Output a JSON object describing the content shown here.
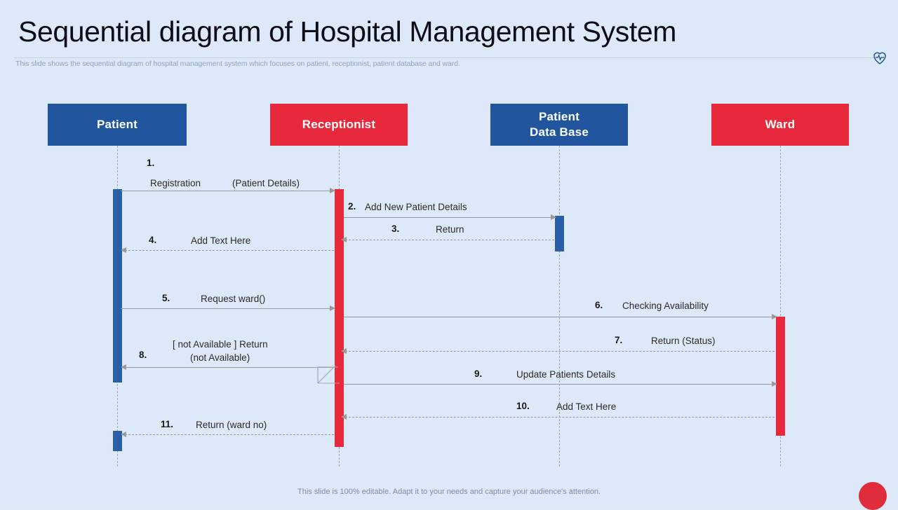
{
  "slide": {
    "title": "Sequential diagram of Hospital Management System",
    "subtitle": "This slide shows the sequential diagram of hospital management system which focuses on patient, receptionist, patient database and ward.",
    "footer_note": "This slide is 100% editable. Adapt it to your needs and capture your audience's attention.",
    "brand_icon": "heartbeat-icon",
    "colors": {
      "background": "#dde8f8",
      "blue": "#21569f",
      "red": "#e8293b",
      "line": "#9a9a9a",
      "lifeline": "#9aa8bb",
      "subtitle_text": "#8ea4c4"
    }
  },
  "diagram": {
    "type": "sequence-diagram",
    "actors": [
      {
        "id": "patient",
        "label": "Patient",
        "color": "blue"
      },
      {
        "id": "reception",
        "label": "Receptionist",
        "color": "red"
      },
      {
        "id": "database",
        "label": "Patient\nData Base",
        "line1": "Patient",
        "line2": "Data Base",
        "color": "blue"
      },
      {
        "id": "ward",
        "label": "Ward",
        "color": "red"
      }
    ],
    "messages": [
      {
        "num": "1.",
        "label": "Registration      (Patient Details)",
        "line1": "Registration",
        "line2": "(Patient Details)",
        "from": "patient",
        "to": "reception",
        "style": "solid",
        "direction": "right"
      },
      {
        "num": "2.",
        "label": "Add New Patient Details",
        "from": "reception",
        "to": "database",
        "style": "solid",
        "direction": "right"
      },
      {
        "num": "3.",
        "label": "Return",
        "from": "database",
        "to": "reception",
        "style": "dashed",
        "direction": "left"
      },
      {
        "num": "4.",
        "label": "Add Text Here",
        "from": "reception",
        "to": "patient",
        "style": "dashed",
        "direction": "left"
      },
      {
        "num": "5.",
        "label": "Request ward()",
        "from": "patient",
        "to": "reception",
        "style": "solid",
        "direction": "right"
      },
      {
        "num": "6.",
        "label": "Checking Availability",
        "from": "reception",
        "to": "ward",
        "style": "solid",
        "direction": "right"
      },
      {
        "num": "7.",
        "label": "Return  (Status)",
        "from": "ward",
        "to": "reception",
        "style": "dashed",
        "direction": "left"
      },
      {
        "num": "8.",
        "label": "[ not Available ] Return (not Available)",
        "line1": "[ not Available ] Return",
        "line2": "(not Available)",
        "from": "reception",
        "to": "patient",
        "style": "solid",
        "direction": "left"
      },
      {
        "num": "9.",
        "label": "Update Patients Details",
        "from": "reception",
        "to": "ward",
        "style": "solid",
        "direction": "right"
      },
      {
        "num": "10.",
        "label": "Add Text Here",
        "from": "ward",
        "to": "reception",
        "style": "dashed",
        "direction": "left"
      },
      {
        "num": "11.",
        "label": "Return  (ward no)",
        "from": "reception",
        "to": "patient",
        "style": "dashed",
        "direction": "left"
      }
    ]
  }
}
